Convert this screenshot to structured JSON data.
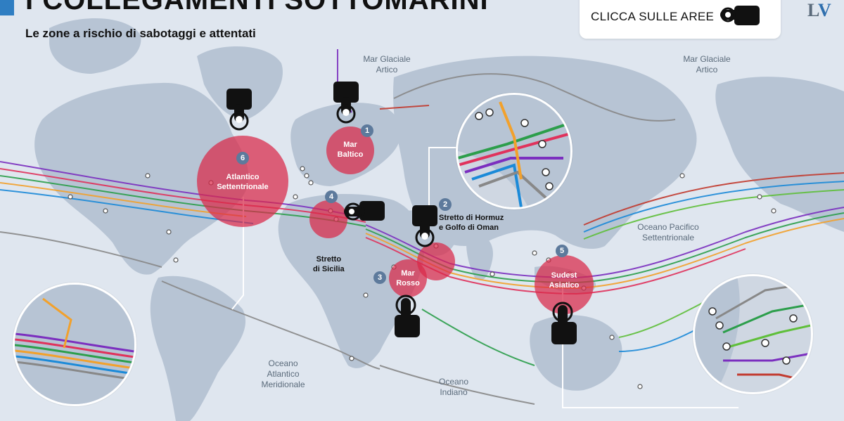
{
  "header": {
    "title": "I COLLEGAMENTI SOTTOMARINI",
    "subtitle": "Le zone a rischio di sabotaggi e attentati"
  },
  "cta": {
    "label": "CLICCA SULLE AREE",
    "icon": "hand-pointer-icon"
  },
  "logo": {
    "text": "L",
    "accent": "V"
  },
  "seas": {
    "arctic_left": [
      "Mar Glaciale",
      "Artico"
    ],
    "arctic_right": [
      "Mar Glaciale",
      "Artico"
    ],
    "pacific": [
      "Oceano Pacifico",
      "Settentrionale"
    ],
    "south_atlantic": [
      "Oceano",
      "Atlantico",
      "Meridionale"
    ],
    "indian": [
      "Oceano",
      "Indiano"
    ]
  },
  "zones": [
    {
      "number": "1",
      "label": [
        "Mar",
        "Baltico"
      ]
    },
    {
      "number": "2",
      "label": [
        "Stretto di Hormuz",
        "e Golfo di Oman"
      ]
    },
    {
      "number": "3",
      "label": [
        "Mar",
        "Rosso"
      ]
    },
    {
      "number": "4",
      "label": [
        "Stretto",
        "di Sicilia"
      ]
    },
    {
      "number": "5",
      "label": [
        "Sudest",
        "Asiatico"
      ]
    },
    {
      "number": "6",
      "label": [
        "Atlantico",
        "Settentrionale"
      ]
    }
  ],
  "colors": {
    "ocean": "#dfe6ef",
    "land": "#b7c4d4",
    "zone": "#da2848",
    "badge": "#5d7a9c",
    "cables": [
      "#7b2fbf",
      "#e0325c",
      "#2c9e4b",
      "#f2a12c",
      "#1b8ad8",
      "#888888",
      "#c23a2e",
      "#5fbf3a"
    ]
  }
}
